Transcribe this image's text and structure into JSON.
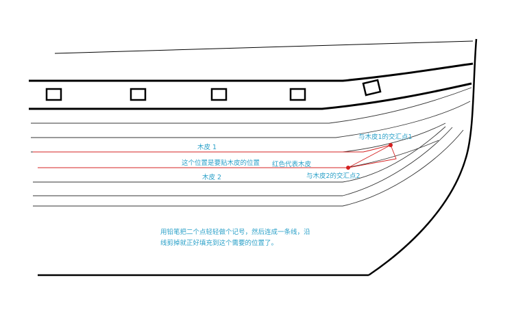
{
  "labels": {
    "plank1": "木皮 1",
    "plank2": "木皮 2",
    "position": "这个位置是要贴木皮的位置",
    "red_meaning": "红色代表木皮",
    "intersection1": "与木皮1的交汇点1",
    "intersection2": "与木皮2的交汇点2"
  },
  "instructions": {
    "line1": "用铅笔把二个点轻轻做个记号，然后连成一条线，沿",
    "line2": "线剪掉就正好填充到这个需要的位置了。"
  },
  "colors": {
    "outline": "#000000",
    "plank_line": "#333333",
    "red": "#d42020",
    "text": "#2aa0c8"
  }
}
